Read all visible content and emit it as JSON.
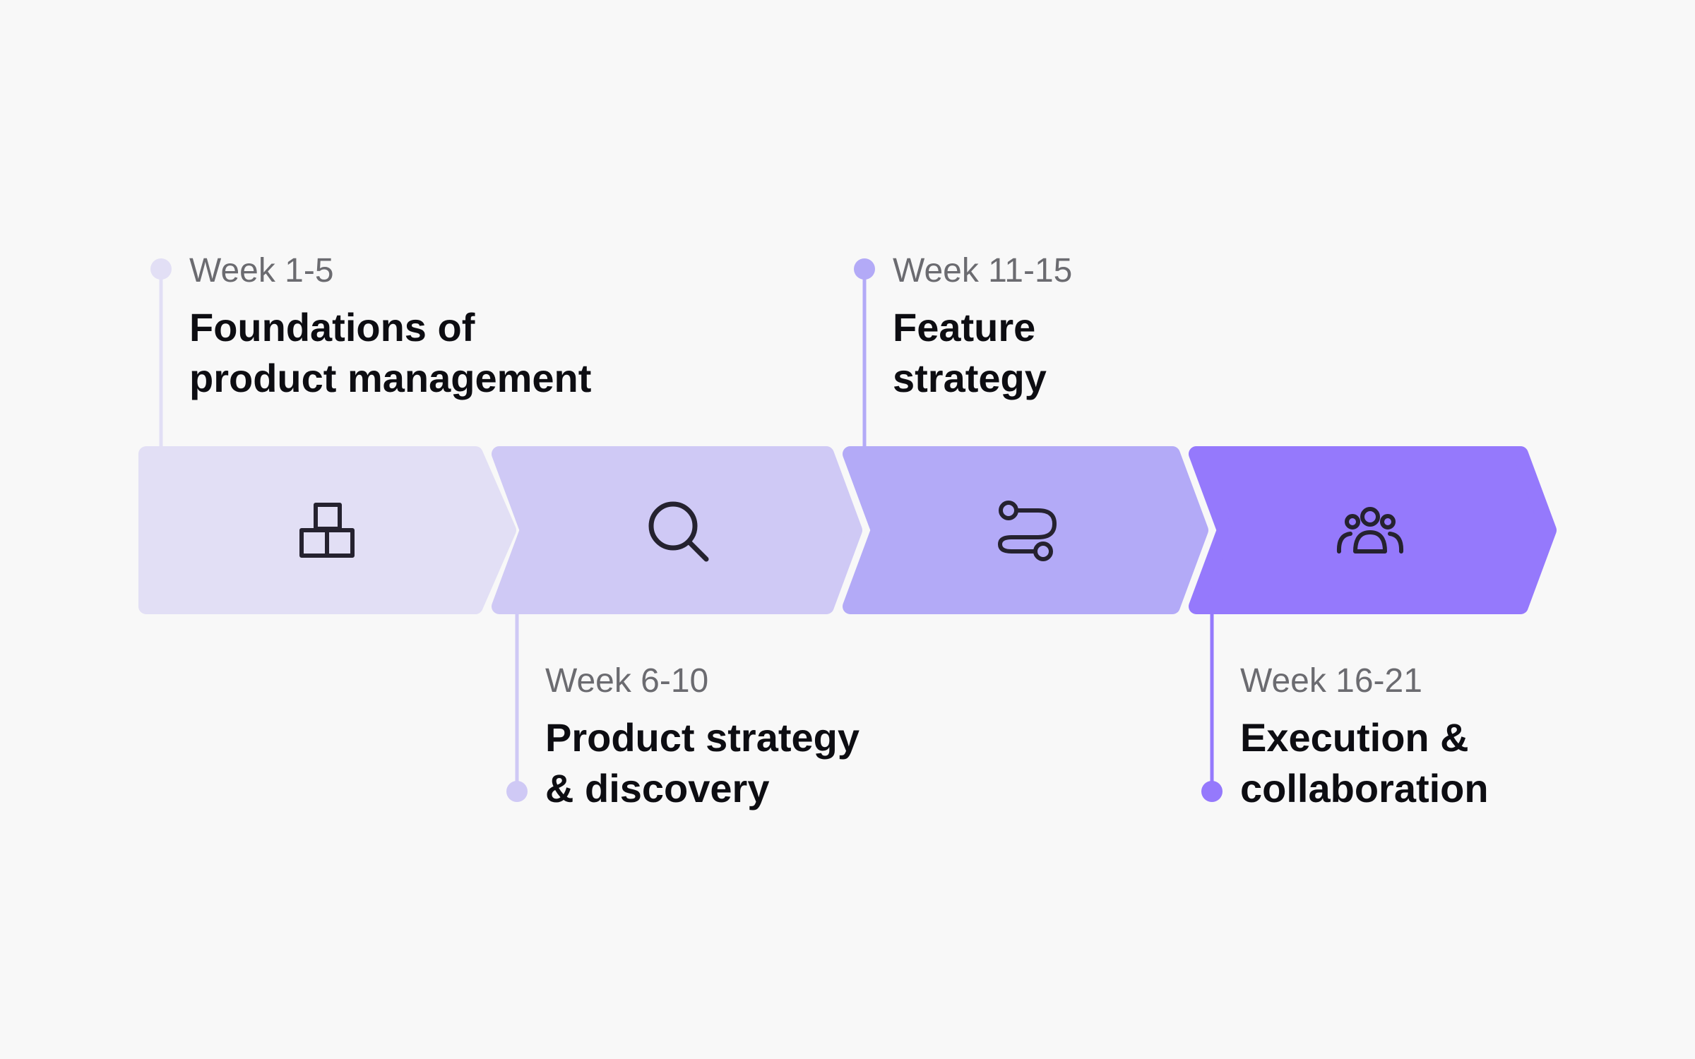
{
  "steps": [
    {
      "week": "Week 1-5",
      "title": "Foundations of\nproduct management",
      "icon": "blocks-icon",
      "fill": "#e2dff5",
      "marker": "#e2dff5"
    },
    {
      "week": "Week 6-10",
      "title": "Product strategy\n& discovery",
      "icon": "search-icon",
      "fill": "#cfc9f5",
      "marker": "#cfc9f5"
    },
    {
      "week": "Week 11-15",
      "title": "Feature\nstrategy",
      "icon": "route-icon",
      "fill": "#b3aaf7",
      "marker": "#b3aaf7"
    },
    {
      "week": "Week 16-21",
      "title": "Execution &\ncollaboration",
      "icon": "team-icon",
      "fill": "#9579fc",
      "marker": "#9579fc"
    }
  ],
  "colors": {
    "background": "#f8f8f8",
    "icon_stroke": "#25222f",
    "week_text": "#6b6b70",
    "title_text": "#0d0d12"
  }
}
